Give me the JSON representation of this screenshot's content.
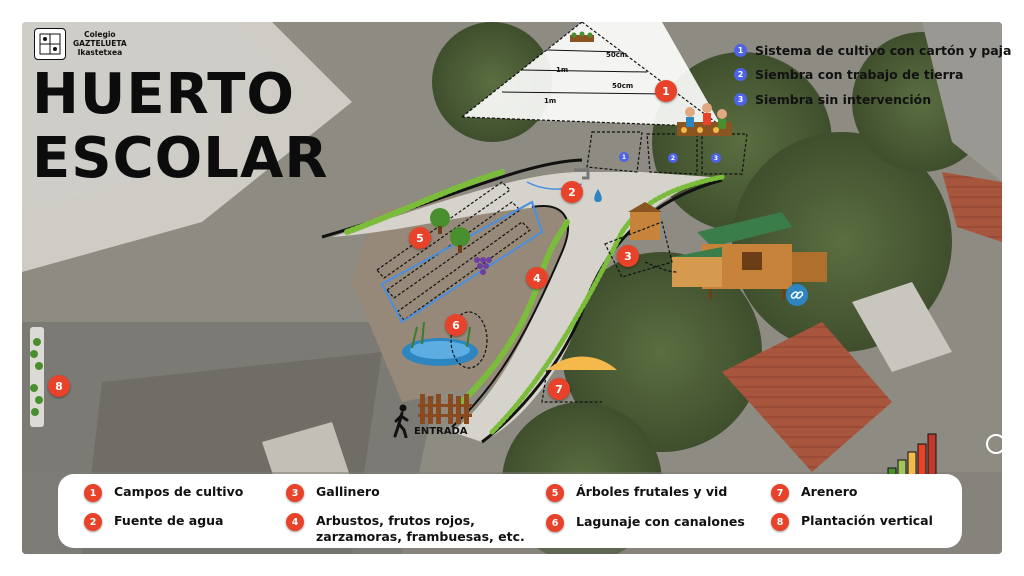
{
  "school": {
    "name": "Colegio",
    "name2": "GAZTELUETA",
    "name3": "Ikastetxea"
  },
  "title": {
    "line1": "HUERTO",
    "line2": "ESCOLAR"
  },
  "systems": [
    {
      "num": "1",
      "label": "Sistema de cultivo con cartón y paja"
    },
    {
      "num": "2",
      "label": "Siembra con trabajo de tierra"
    },
    {
      "num": "3",
      "label": "Siembra sin intervención"
    }
  ],
  "pyramid": {
    "labels": [
      "50cm",
      "1m",
      "50cm",
      "1m"
    ]
  },
  "markers": [
    "1",
    "2",
    "3",
    "4",
    "5",
    "6",
    "7",
    "8"
  ],
  "bed_numbers": [
    "1",
    "2",
    "3"
  ],
  "entrance_label": "ENTRADA",
  "legend": [
    {
      "num": "1",
      "label": "Campos de cultivo"
    },
    {
      "num": "2",
      "label": "Fuente de agua"
    },
    {
      "num": "3",
      "label": "Gallinero"
    },
    {
      "num": "4",
      "label": "Arbustos, frutos rojos, zarzamoras, frambuesas, etc."
    },
    {
      "num": "5",
      "label": "Árboles frutales y vid"
    },
    {
      "num": "6",
      "label": "Lagunaje con canalones"
    },
    {
      "num": "7",
      "label": "Arenero"
    },
    {
      "num": "8",
      "label": "Plantación vertical"
    }
  ],
  "icons": {
    "link": "link-icon",
    "walker": "walking-person-icon",
    "bars": "signal-bars-icon",
    "location": "location-icon"
  },
  "colors": {
    "marker": "#e8432a",
    "system_marker": "#4d63e8",
    "hedge": "#7bbd3a",
    "water": "#2e86c1"
  }
}
